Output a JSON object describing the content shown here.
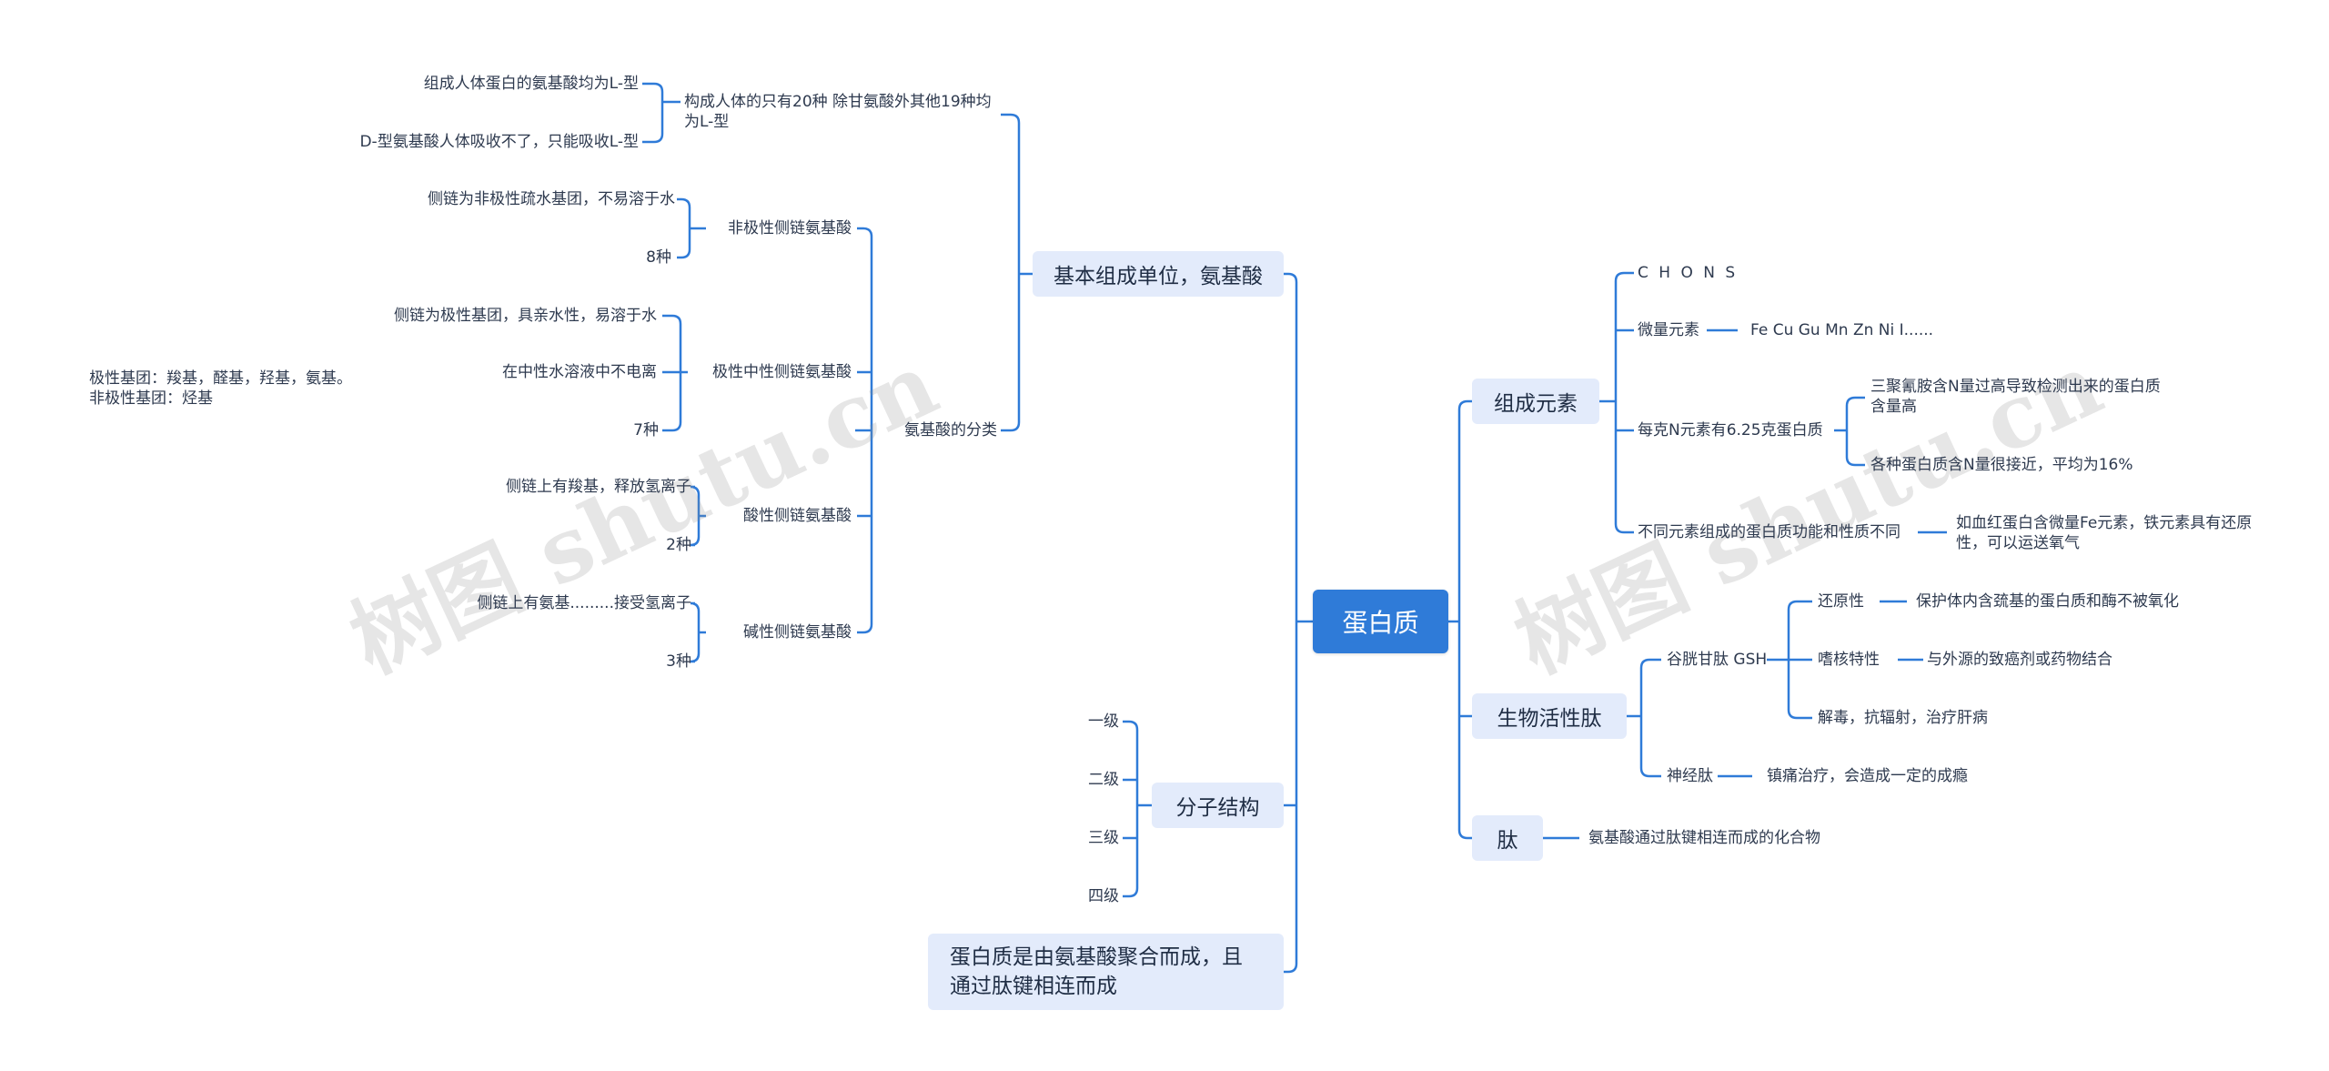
{
  "root": {
    "label": "蛋白质"
  },
  "watermark": "树图 shutu.cn",
  "line_color": "#2f7bd8",
  "left": {
    "amino_acid": {
      "label": "基本组成单位，氨基酸",
      "composition": {
        "label": "构成人体的只有20种  除甘氨酸外其他19种均为L-型",
        "children": [
          "组成人体蛋白的氨基酸均为L-型",
          "D-型氨基酸人体吸收不了，只能吸收L-型"
        ]
      },
      "classification": {
        "label": "氨基酸的分类",
        "nonpolar": {
          "label": "非极性侧链氨基酸",
          "children": [
            "侧链为非极性疏水基团，不易溶于水",
            "8种"
          ]
        },
        "polar": {
          "label": "极性中性侧链氨基酸",
          "children": [
            "侧链为极性基团，具亲水性，易溶于水",
            "在中性水溶液中不电离",
            "7种"
          ]
        },
        "acidic": {
          "label": "酸性侧链氨基酸",
          "children": [
            "侧链上有羧基，释放氢离子",
            "2种"
          ]
        },
        "basic": {
          "label": "碱性侧链氨基酸",
          "children": [
            "侧链上有氨基.........接受氢离子",
            "3种"
          ]
        }
      },
      "note": [
        "极性基团：羧基，醛基，羟基，氨基。",
        "非极性基团：烃基"
      ]
    },
    "structure": {
      "label": "分子结构",
      "children": [
        "一级",
        "二级",
        "三级",
        "四级"
      ]
    },
    "formation": {
      "label": "蛋白质是由氨基酸聚合而成，且通过肽键相连而成"
    }
  },
  "right": {
    "elements": {
      "label": "组成元素",
      "chons": "C H O N S",
      "trace": {
        "label": "微量元素",
        "value": "Fe Cu Gu Mn Zn Ni I......"
      },
      "nitrogen": {
        "label": "每克N元素有6.25克蛋白质",
        "children": [
          "三聚氰胺含N量过高导致检测出来的蛋白质含量高",
          "各种蛋白质含N量很接近，平均为16%"
        ]
      },
      "function": {
        "label": "不同元素组成的蛋白质功能和性质不同",
        "value": "如血红蛋白含微量Fe元素，铁元素具有还原性，可以运送氧气"
      }
    },
    "bioactive": {
      "label": "生物活性肽",
      "gsh": {
        "label": "谷胱甘肽 GSH",
        "children": [
          {
            "label": "还原性",
            "value": "保护体内含巯基的蛋白质和酶不被氧化"
          },
          {
            "label": "嗜核特性",
            "value": "与外源的致癌剂或药物结合"
          },
          {
            "label": "解毒，抗辐射，治疗肝病"
          }
        ]
      },
      "neuro": {
        "label": "神经肽",
        "value": "镇痛治疗，会造成一定的成瘾"
      }
    },
    "peptide": {
      "label": "肽",
      "value": "氨基酸通过肽键相连而成的化合物"
    }
  }
}
